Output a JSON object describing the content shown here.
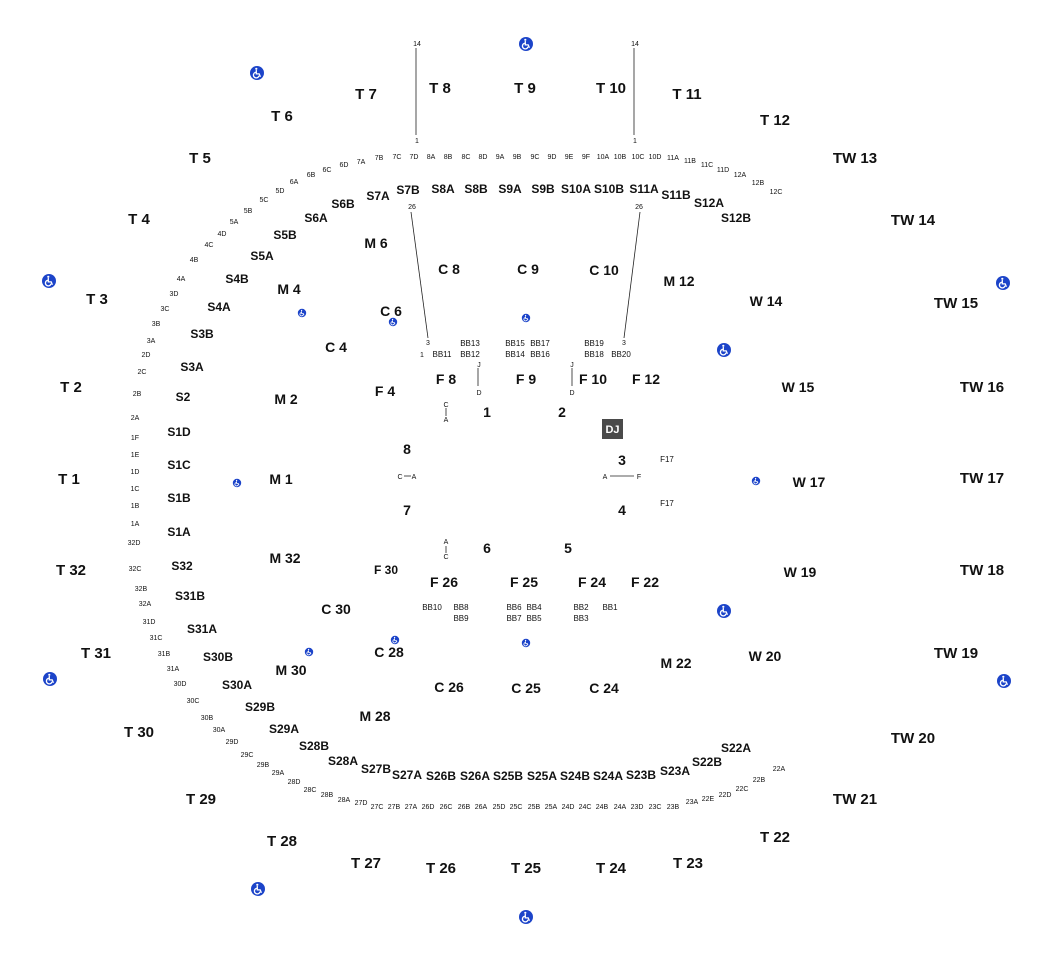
{
  "outer_sections": [
    "T 7",
    "T 8",
    "T 9",
    "T 10",
    "T 11",
    "T 6",
    "T 12",
    "T 5",
    "TW 13",
    "T 4",
    "TW 14",
    "T 3",
    "TW 15",
    "T 2",
    "TW 16",
    "T 1",
    "TW 17",
    "T 32",
    "TW 18",
    "T 31",
    "TW 19",
    "T 30",
    "TW 20",
    "T 29",
    "TW 21",
    "T 28",
    "T 22",
    "T 27",
    "T 26",
    "T 25",
    "T 24",
    "T 23"
  ],
  "mid_sections": [
    "S7A",
    "S7B",
    "S8A",
    "S8B",
    "S9A",
    "S9B",
    "S10A",
    "S10B",
    "S11A",
    "S11B",
    "S6B",
    "S12A",
    "S6A",
    "S12B",
    "S5B",
    "S5A",
    "S4B",
    "S4A",
    "S3B",
    "S3A",
    "S2",
    "S1D",
    "S1C",
    "S1B",
    "S1A",
    "S32",
    "S31B",
    "S31A",
    "S30B",
    "S30A",
    "S29B",
    "S29A",
    "S28B",
    "S28A",
    "S27B",
    "S27A",
    "S26B",
    "S26A",
    "S25B",
    "S25A",
    "S24B",
    "S24A",
    "S23B",
    "S23A",
    "S22B",
    "S22A"
  ],
  "inner_sections": [
    "M 6",
    "C 8",
    "C 9",
    "C 10",
    "M 12",
    "M 4",
    "C 6",
    "W 14",
    "C 4",
    "W 15",
    "M 2",
    "F 4",
    "F 8",
    "F 9",
    "F 10",
    "F 12",
    "M 1",
    "W 17",
    "M 32",
    "F 30",
    "F 26",
    "F 25",
    "F 24",
    "F 22",
    "W 19",
    "C 30",
    "C 28",
    "M 30",
    "W 20",
    "M 22",
    "C 26",
    "C 25",
    "C 24",
    "M 28"
  ],
  "table_numbers": [
    "1",
    "2",
    "3",
    "4",
    "5",
    "6",
    "7",
    "8"
  ],
  "table_labels": [
    "F17",
    "F17"
  ],
  "dj_label": "DJ",
  "top_rows": [
    "7B",
    "7C",
    "7D",
    "8A",
    "8B",
    "8C",
    "8D",
    "9A",
    "9B",
    "9C",
    "9D",
    "9E",
    "9F",
    "10A",
    "10B",
    "10C",
    "10D",
    "11A",
    "7A",
    "11B",
    "6D",
    "11C",
    "6C",
    "11D",
    "6B",
    "12A",
    "6A",
    "12B",
    "5D",
    "12C",
    "5C",
    "5B",
    "5A",
    "4D",
    "4C",
    "4B"
  ],
  "left_rows": [
    "4A",
    "3D",
    "3C",
    "3B",
    "3A",
    "2D",
    "2C",
    "2B",
    "2A",
    "1F",
    "1E",
    "1D",
    "1C",
    "1B",
    "1A",
    "32D",
    "32C",
    "32B",
    "32A",
    "31D",
    "31C",
    "31B",
    "31A",
    "30D",
    "30C",
    "30B",
    "30A",
    "29D",
    "29C",
    "29B",
    "29A",
    "28D",
    "28C",
    "28B",
    "28A",
    "27D"
  ],
  "bottom_rows": [
    "27C",
    "27B",
    "27A",
    "26D",
    "26C",
    "26B",
    "26A",
    "25D",
    "25C",
    "25B",
    "25A",
    "24D",
    "24C",
    "24B",
    "24A",
    "23D",
    "23C",
    "23B",
    "23A",
    "22E",
    "22D",
    "22C",
    "22B",
    "22A"
  ],
  "box_labels": [
    "BB13",
    "BB15",
    "BB17",
    "BB19",
    "BB11",
    "BB12",
    "BB14",
    "BB16",
    "BB18",
    "BB20",
    "BB10",
    "BB8",
    "BB6",
    "BB4",
    "BB2",
    "BB1",
    "BB9",
    "BB7",
    "BB5",
    "BB3"
  ],
  "guide_numbers": [
    "14",
    "14",
    "1",
    "1",
    "26",
    "26",
    "3",
    "3",
    "1"
  ],
  "guide_letters": [
    "J",
    "J",
    "D",
    "D",
    "C",
    "A",
    "C",
    "A",
    "A",
    "F",
    "A",
    "C"
  ],
  "accent_color": "#1c44c9",
  "icon_name": "wheelchair-icon"
}
